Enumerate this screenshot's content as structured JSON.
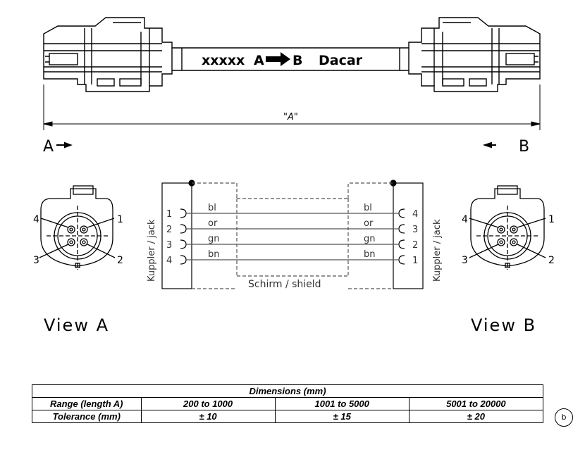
{
  "cable": {
    "marking_code": "xxxxx",
    "marking_from": "A",
    "marking_to": "B",
    "marking_brand": "Dacar",
    "length_label": "\"A\"",
    "end_a_label": "A",
    "end_b_label": "B"
  },
  "wiring": {
    "left_jack_label": "Kuppler / jack",
    "right_jack_label": "Kuppler / jack",
    "shield_label": "Schirm / shield",
    "left_pins": [
      "1",
      "2",
      "3",
      "4"
    ],
    "right_pins": [
      "4",
      "3",
      "2",
      "1"
    ],
    "wires": [
      "bl",
      "or",
      "gn",
      "bn"
    ]
  },
  "views": {
    "a_title": "View A",
    "b_title": "View B",
    "a_pins": [
      "1",
      "2",
      "3",
      "4"
    ],
    "b_pins": [
      "1",
      "2",
      "3",
      "4"
    ]
  },
  "dimensions_table": {
    "title": "Dimensions (mm)",
    "row1_header": "Range (length A)",
    "row2_header": "Tolerance (mm)",
    "ranges": [
      "200 to 1000",
      "1001 to 5000",
      "5001 to 20000"
    ],
    "tolerances": [
      "± 10",
      "± 15",
      "± 20"
    ]
  },
  "revision_badge": "b"
}
